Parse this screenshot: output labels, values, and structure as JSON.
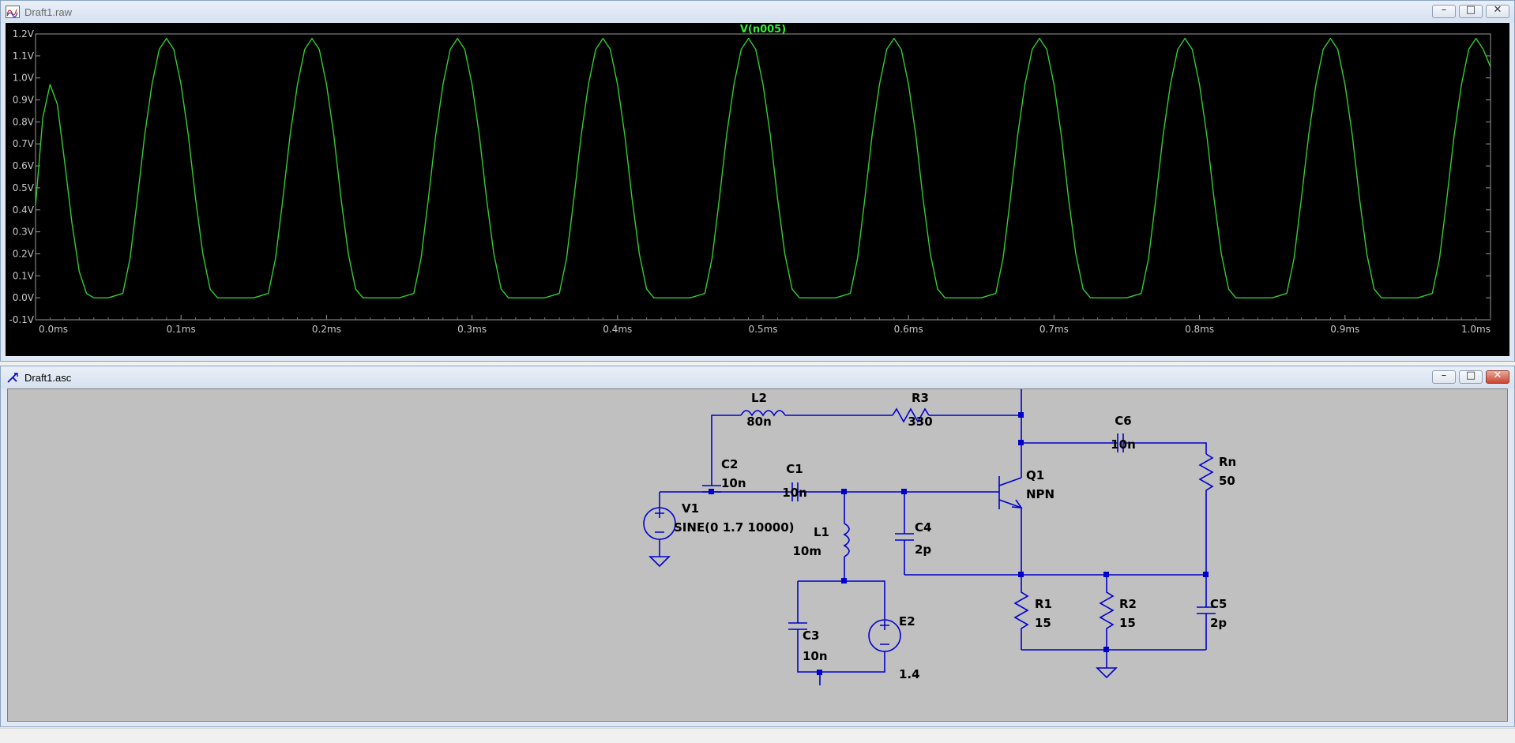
{
  "waveform_window": {
    "title": "Draft1.raw",
    "icon": "waveform-icon",
    "controls": {
      "minimize": "–",
      "maximize": "□",
      "close": "✕"
    }
  },
  "schematic_window": {
    "title": "Draft1.asc",
    "icon": "schematic-icon",
    "controls": {
      "minimize": "–",
      "maximize": "□",
      "close": "✕"
    }
  },
  "chart_data": {
    "type": "line",
    "title": "V(n005)",
    "xlabel": "",
    "ylabel": "",
    "xlim": [
      0,
      1.0
    ],
    "ylim": [
      -0.1,
      1.2
    ],
    "grid": false,
    "x_ticks": [
      "0.0ms",
      "0.1ms",
      "0.2ms",
      "0.3ms",
      "0.4ms",
      "0.5ms",
      "0.6ms",
      "0.7ms",
      "0.8ms",
      "0.9ms",
      "1.0ms"
    ],
    "y_ticks": [
      "-0.1V",
      "0.0V",
      "0.1V",
      "0.2V",
      "0.3V",
      "0.4V",
      "0.5V",
      "0.6V",
      "0.7V",
      "0.8V",
      "0.9V",
      "1.0V",
      "1.1V",
      "1.2V"
    ],
    "series": [
      {
        "name": "V(n005)",
        "color": "#33cc33",
        "x": [
          0.0,
          0.005,
          0.01,
          0.015,
          0.02,
          0.025,
          0.03,
          0.035,
          0.04,
          0.05,
          0.06,
          0.065,
          0.07,
          0.075,
          0.08,
          0.085,
          0.09,
          0.095,
          0.1,
          0.105,
          0.11,
          0.115,
          0.12,
          0.125,
          0.13,
          0.135,
          0.14,
          0.15,
          0.16,
          0.165,
          0.17,
          0.175,
          0.18,
          0.185,
          0.19,
          0.195,
          0.2,
          0.205,
          0.21,
          0.215,
          0.22,
          0.225,
          0.23,
          0.235,
          0.24,
          0.25,
          0.26,
          0.265,
          0.27,
          0.275,
          0.28,
          0.285,
          0.29,
          0.295,
          0.3,
          0.305,
          0.31,
          0.315,
          0.32,
          0.325,
          0.33,
          0.335,
          0.34,
          0.35,
          0.36,
          0.365,
          0.37,
          0.375,
          0.38,
          0.385,
          0.39,
          0.395,
          0.4,
          0.405,
          0.41,
          0.415,
          0.42,
          0.425,
          0.43,
          0.435,
          0.44,
          0.45,
          0.46,
          0.465,
          0.47,
          0.475,
          0.48,
          0.485,
          0.49,
          0.495,
          0.5,
          0.505,
          0.51,
          0.515,
          0.52,
          0.525,
          0.53,
          0.535,
          0.54,
          0.55,
          0.56,
          0.565,
          0.57,
          0.575,
          0.58,
          0.585,
          0.59,
          0.595,
          0.6,
          0.605,
          0.61,
          0.615,
          0.62,
          0.625,
          0.63,
          0.635,
          0.64,
          0.65,
          0.66,
          0.665,
          0.67,
          0.675,
          0.68,
          0.685,
          0.69,
          0.695,
          0.7,
          0.705,
          0.71,
          0.715,
          0.72,
          0.725,
          0.73,
          0.735,
          0.74,
          0.75,
          0.76,
          0.765,
          0.77,
          0.775,
          0.78,
          0.785,
          0.79,
          0.795,
          0.8,
          0.805,
          0.81,
          0.815,
          0.82,
          0.825,
          0.83,
          0.835,
          0.84,
          0.85,
          0.86,
          0.865,
          0.87,
          0.875,
          0.88,
          0.885,
          0.89,
          0.895,
          0.9,
          0.905,
          0.91,
          0.915,
          0.92,
          0.925,
          0.93,
          0.935,
          0.94,
          0.95,
          0.96,
          0.965,
          0.97,
          0.975,
          0.98,
          0.985,
          0.99,
          0.995,
          1.0
        ],
        "y": [
          0.42,
          0.82,
          0.97,
          0.88,
          0.62,
          0.34,
          0.12,
          0.02,
          0.0,
          0.0,
          0.02,
          0.18,
          0.45,
          0.74,
          0.97,
          1.13,
          1.18,
          1.13,
          0.97,
          0.74,
          0.45,
          0.2,
          0.04,
          0.0,
          0.0,
          0.0,
          0.0,
          0.0,
          0.02,
          0.18,
          0.45,
          0.74,
          0.97,
          1.13,
          1.18,
          1.13,
          0.97,
          0.74,
          0.45,
          0.2,
          0.04,
          0.0,
          0.0,
          0.0,
          0.0,
          0.0,
          0.02,
          0.18,
          0.45,
          0.74,
          0.97,
          1.13,
          1.18,
          1.13,
          0.97,
          0.74,
          0.45,
          0.2,
          0.04,
          0.0,
          0.0,
          0.0,
          0.0,
          0.0,
          0.02,
          0.18,
          0.45,
          0.74,
          0.97,
          1.13,
          1.18,
          1.13,
          0.97,
          0.74,
          0.45,
          0.2,
          0.04,
          0.0,
          0.0,
          0.0,
          0.0,
          0.0,
          0.02,
          0.18,
          0.45,
          0.74,
          0.97,
          1.13,
          1.18,
          1.13,
          0.97,
          0.74,
          0.45,
          0.2,
          0.04,
          0.0,
          0.0,
          0.0,
          0.0,
          0.0,
          0.02,
          0.18,
          0.45,
          0.74,
          0.97,
          1.13,
          1.18,
          1.13,
          0.97,
          0.74,
          0.45,
          0.2,
          0.04,
          0.0,
          0.0,
          0.0,
          0.0,
          0.0,
          0.02,
          0.18,
          0.45,
          0.74,
          0.97,
          1.13,
          1.18,
          1.13,
          0.97,
          0.74,
          0.45,
          0.2,
          0.04,
          0.0,
          0.0,
          0.0,
          0.0,
          0.0,
          0.02,
          0.18,
          0.45,
          0.74,
          0.97,
          1.13,
          1.18,
          1.13,
          0.97,
          0.74,
          0.45,
          0.2,
          0.04,
          0.0,
          0.0,
          0.0,
          0.0,
          0.0,
          0.02,
          0.18,
          0.45,
          0.74,
          0.97,
          1.13,
          1.18,
          1.13,
          0.97,
          0.74,
          0.45,
          0.2,
          0.04,
          0.0,
          0.0,
          0.0,
          0.0,
          0.0,
          0.02,
          0.18,
          0.45,
          0.74,
          0.97,
          1.13,
          1.18,
          1.13,
          1.05
        ]
      }
    ]
  },
  "schematic": {
    "wire_color": "#0000cc",
    "components": [
      {
        "ref": "L2",
        "value": "80n"
      },
      {
        "ref": "R3",
        "value": "330"
      },
      {
        "ref": "C6",
        "value": "10n"
      },
      {
        "ref": "C2",
        "value": "10n"
      },
      {
        "ref": "C1",
        "value": "10n"
      },
      {
        "ref": "Q1",
        "value": "NPN"
      },
      {
        "ref": "Rn",
        "value": "50"
      },
      {
        "ref": "V1",
        "value": "SINE(0 1.7 10000)"
      },
      {
        "ref": "L1",
        "value": "10m"
      },
      {
        "ref": "C4",
        "value": "2p"
      },
      {
        "ref": "R1",
        "value": "15"
      },
      {
        "ref": "R2",
        "value": "15"
      },
      {
        "ref": "C5",
        "value": "2p"
      },
      {
        "ref": "C3",
        "value": "10n"
      },
      {
        "ref": "E2",
        "value": "1.4"
      }
    ]
  }
}
